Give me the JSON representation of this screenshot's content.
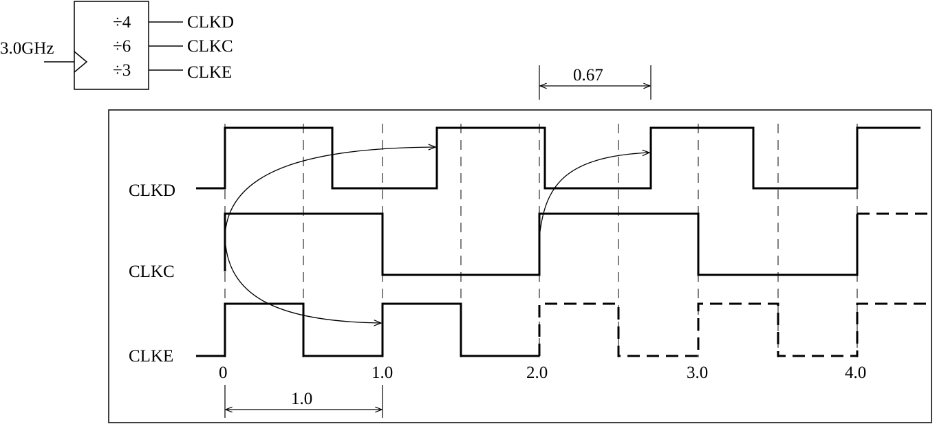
{
  "divider_block": {
    "input_label": "3.0GHz",
    "outputs": [
      {
        "divisor": "÷4",
        "label": "CLKD"
      },
      {
        "divisor": "÷6",
        "label": "CLKC"
      },
      {
        "divisor": "÷3",
        "label": "CLKE"
      }
    ]
  },
  "timing": {
    "signals": [
      {
        "name": "CLKD",
        "divide_by": 4,
        "phases_solid": "all"
      },
      {
        "name": "CLKC",
        "divide_by": 6,
        "dashed_after": 4.0
      },
      {
        "name": "CLKE",
        "divide_by": 3,
        "dashed_between": [
          2.0,
          4.0
        ],
        "dashed_after": 4.0
      }
    ],
    "time_axis": {
      "ticks": [
        "0",
        "1.0",
        "2.0",
        "3.0",
        "4.0"
      ],
      "unit_period": "1.0",
      "clkd_offset": "0.67"
    },
    "annotations": {
      "period_label": "1.0",
      "offset_label": "0.67"
    }
  },
  "colors": {
    "stroke": "#000000",
    "background": "#ffffff"
  }
}
